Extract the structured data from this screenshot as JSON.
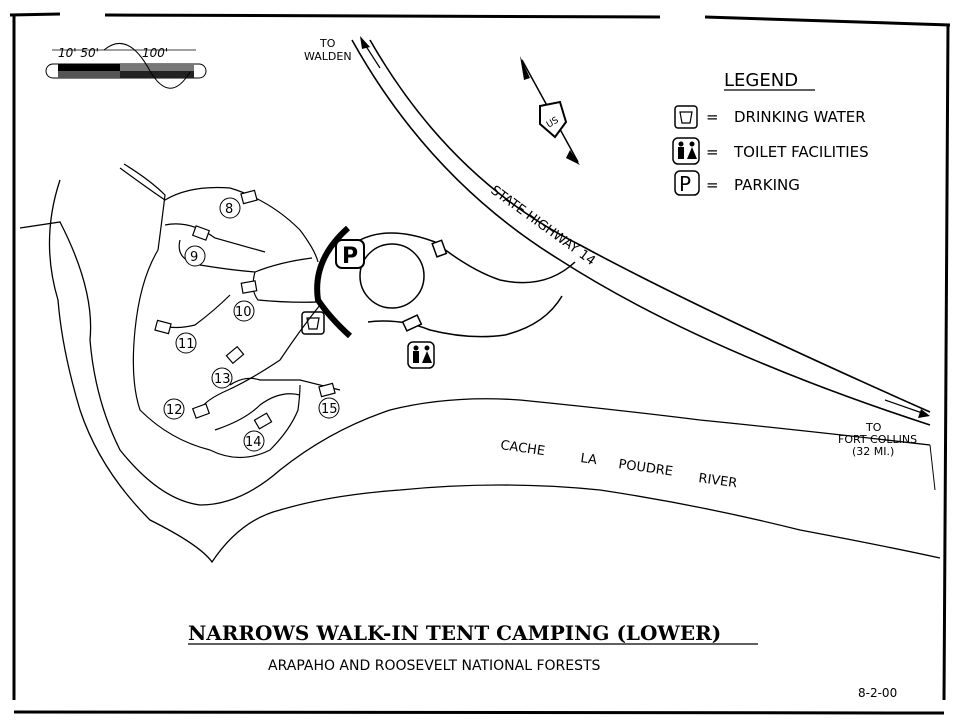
{
  "legend": {
    "title": "LEGEND",
    "items": [
      {
        "icon": "drinking-water-icon",
        "label": "DRINKING WATER"
      },
      {
        "icon": "toilet-icon",
        "label": "TOILET FACILITIES"
      },
      {
        "icon": "parking-icon",
        "label": "PARKING"
      }
    ],
    "separator": "="
  },
  "scale": {
    "left_label": "10' 50'",
    "right_label": "100'"
  },
  "places": {
    "to_walden": [
      "TO",
      "WALDEN"
    ],
    "highway": "STATE HIGHWAY 14",
    "to_fort_collins": [
      "TO",
      "FORT COLLINS",
      "(32 MI.)"
    ],
    "river": [
      "CACHE",
      "LA",
      "POUDRE",
      "RIVER"
    ]
  },
  "campsites": [
    "8",
    "9",
    "10",
    "11",
    "12",
    "13",
    "14",
    "15"
  ],
  "parking_symbol": "P",
  "title": "NARROWS WALK-IN TENT CAMPING (LOWER)",
  "subtitle": "ARAPAHO AND ROOSEVELT NATIONAL FORESTS",
  "date": "8-2-00",
  "badge_text": "US"
}
